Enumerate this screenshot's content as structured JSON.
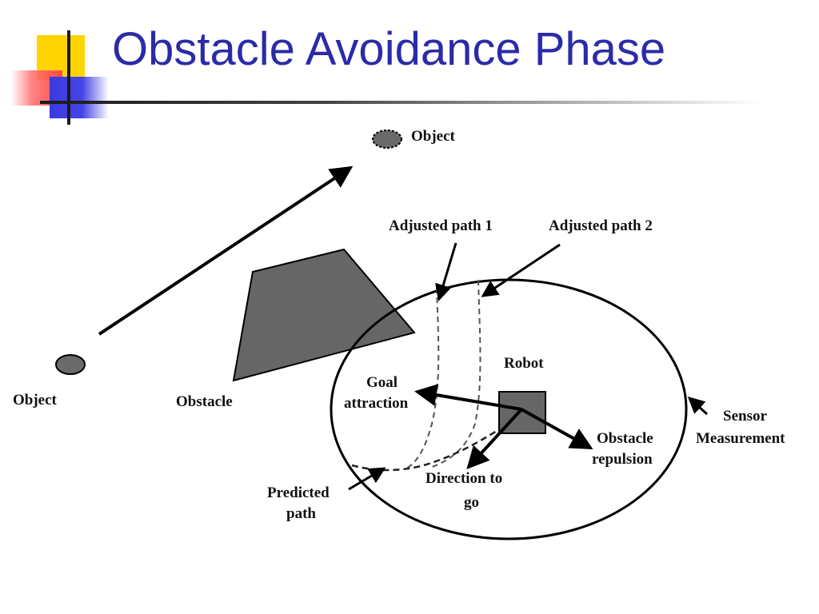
{
  "slide": {
    "title": "Obstacle Avoidance Phase"
  },
  "colors": {
    "title": "#2b2ba8",
    "accent_yellow": "#ffd400",
    "accent_red": "#ff4a4a",
    "accent_blue": "#3a3adf",
    "shape_fill": "#666666",
    "object_fill": "#6a6a6a",
    "line": "#000000"
  },
  "diagram": {
    "labels": {
      "object_top": "Object",
      "object_left": "Object",
      "obstacle": "Obstacle",
      "adjusted_path_1": "Adjusted path 1",
      "adjusted_path_2": "Adjusted path 2",
      "robot": "Robot",
      "goal_attraction_line1": "Goal",
      "goal_attraction_line2": "attraction",
      "obstacle_repulsion_line1": "Obstacle",
      "obstacle_repulsion_line2": "repulsion",
      "direction_line1": "Direction to",
      "direction_line2": "go",
      "predicted_line1": "Predicted",
      "predicted_line2": "path",
      "sensor_line1": "Sensor",
      "sensor_line2": "Measurement"
    }
  }
}
